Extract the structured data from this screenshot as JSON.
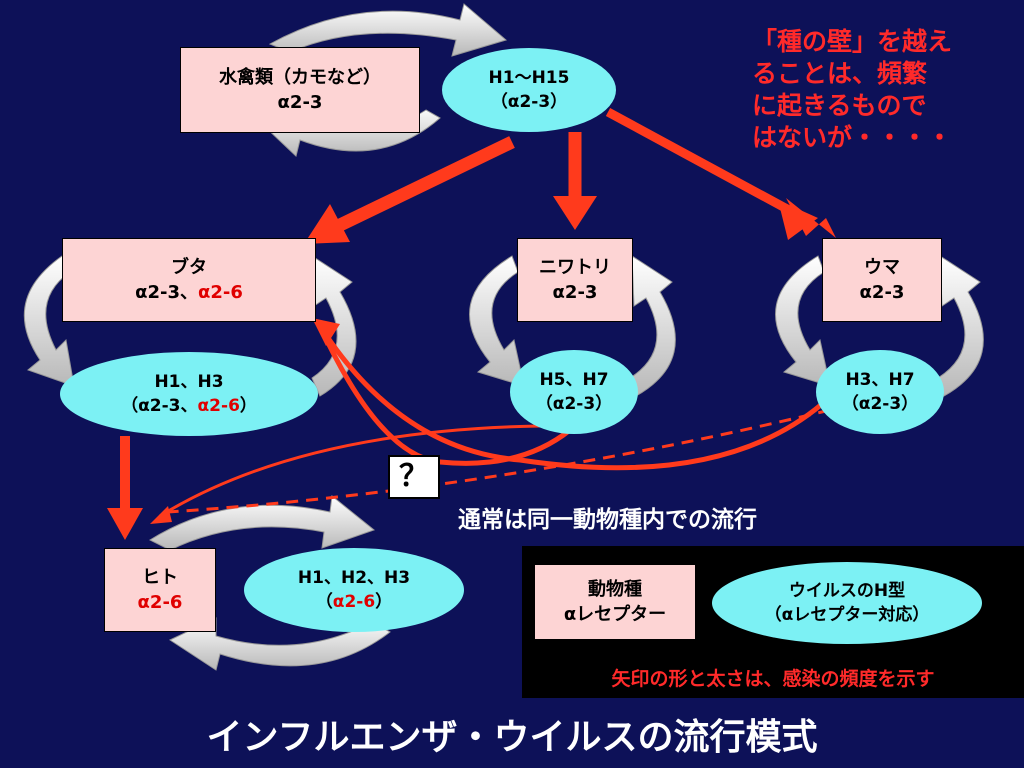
{
  "title": "インフルエンザ・ウイルスの流行模式",
  "note": {
    "lines": [
      "「種の壁」を越え",
      "ることは、頻繁",
      "に起きるもので",
      "はないが・・・・"
    ]
  },
  "hosts": {
    "waterfowl": {
      "name": "水禽類（カモなど）",
      "receptor": "α2-3"
    },
    "pig": {
      "name": "ブタ",
      "receptor_a": "α2-3、",
      "receptor_b": "α2-6"
    },
    "chicken": {
      "name": "ニワトリ",
      "receptor": "α2-3"
    },
    "horse": {
      "name": "ウマ",
      "receptor": "α2-3"
    },
    "human": {
      "name": "ヒト",
      "receptor": "α2-6"
    }
  },
  "viruses": {
    "waterfowl": {
      "types": "H1～H15",
      "receptor": "（α2-3）"
    },
    "pig": {
      "types": "H1、H3",
      "r_open": "（α2-3、",
      "r_hl": "α2-6",
      "r_close": "）"
    },
    "chicken": {
      "types": "H5、H7",
      "receptor": "（α2-3）"
    },
    "horse": {
      "types": "H3、H7",
      "receptor": "（α2-3）"
    },
    "human": {
      "types": "H1、H2、H3",
      "r_open": "（",
      "r_hl": "α2-6",
      "r_close": "）"
    }
  },
  "question_mark": "？",
  "usual_note": "通常は同一動物種内での流行",
  "legend": {
    "host_line1": "動物種",
    "host_line2": "αレセプター",
    "virus_line1": "ウイルスのH型",
    "virus_line2": "（αレセプター対応）",
    "note": "矢印の形と太さは、感染の頻度を示す"
  },
  "colors": {
    "background": "#0d1158",
    "host_box": "#fdd4d4",
    "virus_oval": "#7cf1f4",
    "arrow": "#ff3a1c",
    "note_text": "#ff2a2a",
    "cycle_arrow": "#d4d4d4"
  }
}
